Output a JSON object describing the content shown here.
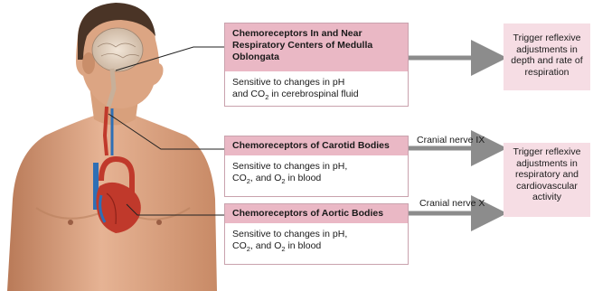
{
  "receptors": [
    {
      "title": "Chemoreceptors In and Near Respiratory Centers of Medulla Oblongata",
      "line1": "Sensitive to changes in pH",
      "line2_pre": "and CO",
      "line2_sub": "2",
      "line2_post": " in cerebrospinal fluid"
    },
    {
      "title": "Chemoreceptors of Carotid Bodies",
      "line1": "Sensitive to changes in pH,",
      "line2_pre": "CO",
      "line2_sub": "2",
      "line2_mid": ", and O",
      "line2_sub2": "2",
      "line2_post": " in blood"
    },
    {
      "title": "Chemoreceptors of Aortic Bodies",
      "line1": "Sensitive to changes in pH,",
      "line2_pre": "CO",
      "line2_sub": "2",
      "line2_mid": ", and O",
      "line2_sub2": "2",
      "line2_post": " in blood"
    }
  ],
  "nerves": {
    "carotid": "Cranial nerve IX",
    "aortic": "Cranial nerve X"
  },
  "results": {
    "medulla": "Trigger reflexive adjustments in depth and rate of respiration",
    "peripheral": "Trigger reflexive adjustments in respiratory and cardiovascular activity"
  },
  "colors": {
    "header_pink": "#eab8c5",
    "result_pink": "#f6dde4",
    "arrow_gray": "#8c8c8c",
    "skin": "#e2ad8c",
    "heart_red": "#c0392b",
    "vessel_blue": "#2f6fb5"
  }
}
